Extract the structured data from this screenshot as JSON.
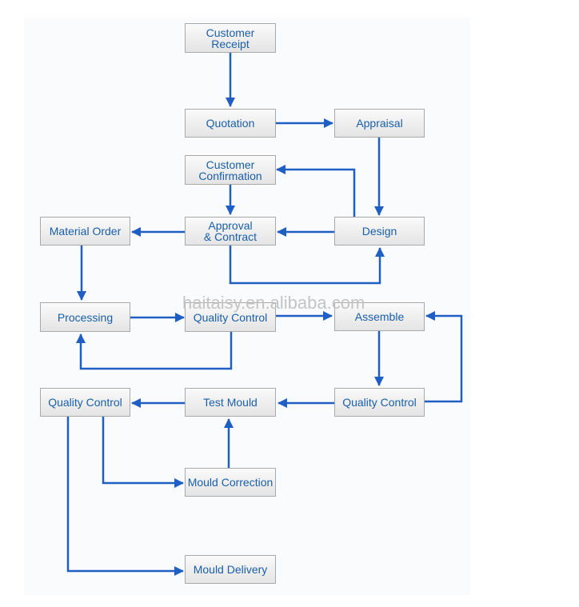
{
  "nodes": {
    "customer_receipt": "Customer Receipt",
    "quotation": "Quotation",
    "appraisal": "Appraisal",
    "customer_confirmation": "Customer\nConfirmation",
    "material_order": "Material Order",
    "approval_contract": "Approval\n& Contract",
    "design": "Design",
    "processing": "Processing",
    "quality_control_1": "Quality Control",
    "assemble": "Assemble",
    "quality_control_2": "Quality Control",
    "test_mould": "Test Mould",
    "quality_control_3": "Quality Control",
    "mould_correction": "Mould Correction",
    "mould_delivery": "Mould Delivery"
  },
  "watermark": "haitaisy.en.alibaba.com",
  "colors": {
    "arrow": "#1f5fc4",
    "node_text": "#1a5fa8",
    "node_border": "#a9a9a9"
  }
}
